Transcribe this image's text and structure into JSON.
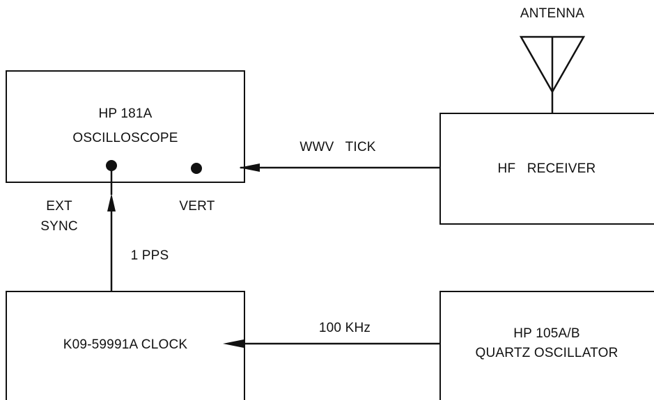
{
  "diagram": {
    "antenna_label": "ANTENNA",
    "oscilloscope": {
      "line1": "HP 181A",
      "line2": "OSCILLOSCOPE"
    },
    "receiver": {
      "label": "HF   RECEIVER"
    },
    "clock": {
      "label": "K09-59991A CLOCK"
    },
    "quartz": {
      "line1": "HP 105A/B",
      "line2": "QUARTZ OSCILLATOR"
    },
    "ext_sync": {
      "line1": "EXT",
      "line2": "SYNC"
    },
    "vert_label": "VERT",
    "wwv_tick_label": "WWV   TICK",
    "pps_label": "1 PPS",
    "khz_label": "100 KHz"
  },
  "colors": {
    "ink": "#111111",
    "background": "#ffffff"
  }
}
